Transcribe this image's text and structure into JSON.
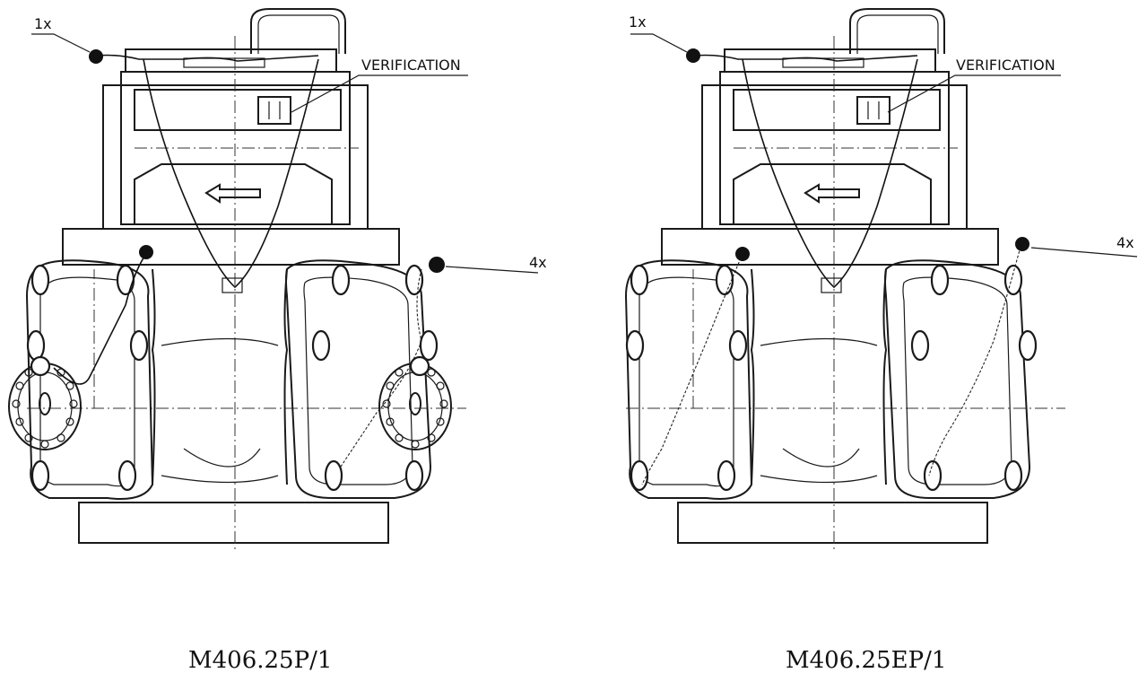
{
  "left": {
    "label_top": "1x",
    "label_side": "4x",
    "verification": "VERIFICATION",
    "caption": "M406.25P/1"
  },
  "right": {
    "label_top": "1x",
    "label_side": "4x",
    "verification": "VERIFICATION",
    "caption": "M406.25EP/1"
  },
  "colors": {
    "ink": "#1a1a1a",
    "paper": "#ffffff"
  }
}
